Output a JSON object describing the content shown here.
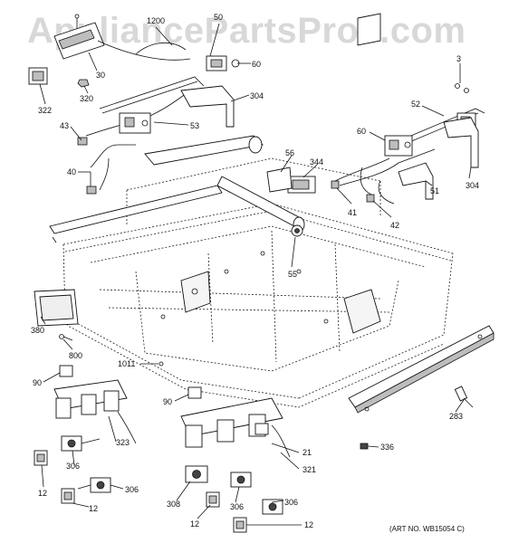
{
  "watermark": "AppliancePartsPros.com",
  "art_number": "(ART NO. WB15054 C)",
  "callouts": {
    "c1200": "1200",
    "c50": "50",
    "c30": "30",
    "c60a": "60",
    "c320": "320",
    "c322": "322",
    "c304a": "304",
    "c43": "43",
    "c53": "53",
    "c40": "40",
    "c3": "3",
    "c52": "52",
    "c60b": "60",
    "c56": "56",
    "c344": "344",
    "c51": "51",
    "c304b": "304",
    "c41": "41",
    "c42": "42",
    "c55": "55",
    "c380": "380",
    "c800": "800",
    "c1011": "1011",
    "c90a": "90",
    "c90b": "90",
    "c323": "323",
    "c306a": "306",
    "c12a": "12",
    "c306b": "306",
    "c12b": "12",
    "c21": "21",
    "c321": "321",
    "c336": "336",
    "c283": "283",
    "c308": "308",
    "c306c": "306",
    "c306d": "306",
    "c12c": "12",
    "c12d": "12"
  }
}
